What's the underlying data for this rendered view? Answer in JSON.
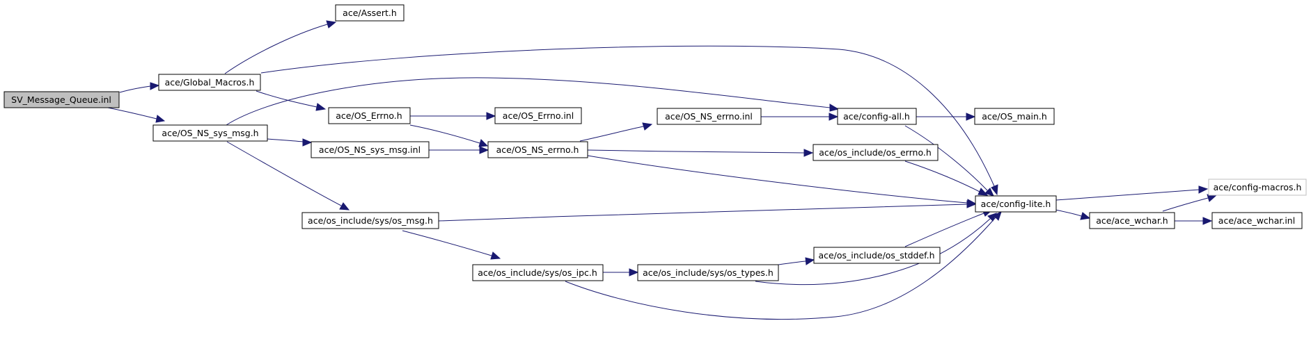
{
  "graph": {
    "title": "",
    "edge_color": "#191970",
    "root_fill": "#bfbfbf",
    "nodes": {
      "sv": "SV_Message_Queue.inl",
      "gm": "ace/Global_Macros.h",
      "assert": "ace/Assert.h",
      "nssys": "ace/OS_NS_sys_msg.h",
      "oserrno": "ace/OS_Errno.h",
      "oserrnoinl": "ace/OS_Errno.inl",
      "nssysinl": "ace/OS_NS_sys_msg.inl",
      "nserrnoh": "ace/OS_NS_errno.h",
      "nserrnoinl": "ace/OS_NS_errno.inl",
      "configall": "ace/config-all.h",
      "osmain": "ace/OS_main.h",
      "incerrno": "ace/os_include/os_errno.h",
      "configlite": "ace/config-lite.h",
      "configmacros": "ace/config-macros.h",
      "acewchar": "ace/ace_wchar.h",
      "acewcharinl": "ace/ace_wchar.inl",
      "osmsg": "ace/os_include/sys/os_msg.h",
      "osipc": "ace/os_include/sys/os_ipc.h",
      "ostypes": "ace/os_include/sys/os_types.h",
      "osstddef": "ace/os_include/os_stddef.h"
    }
  }
}
